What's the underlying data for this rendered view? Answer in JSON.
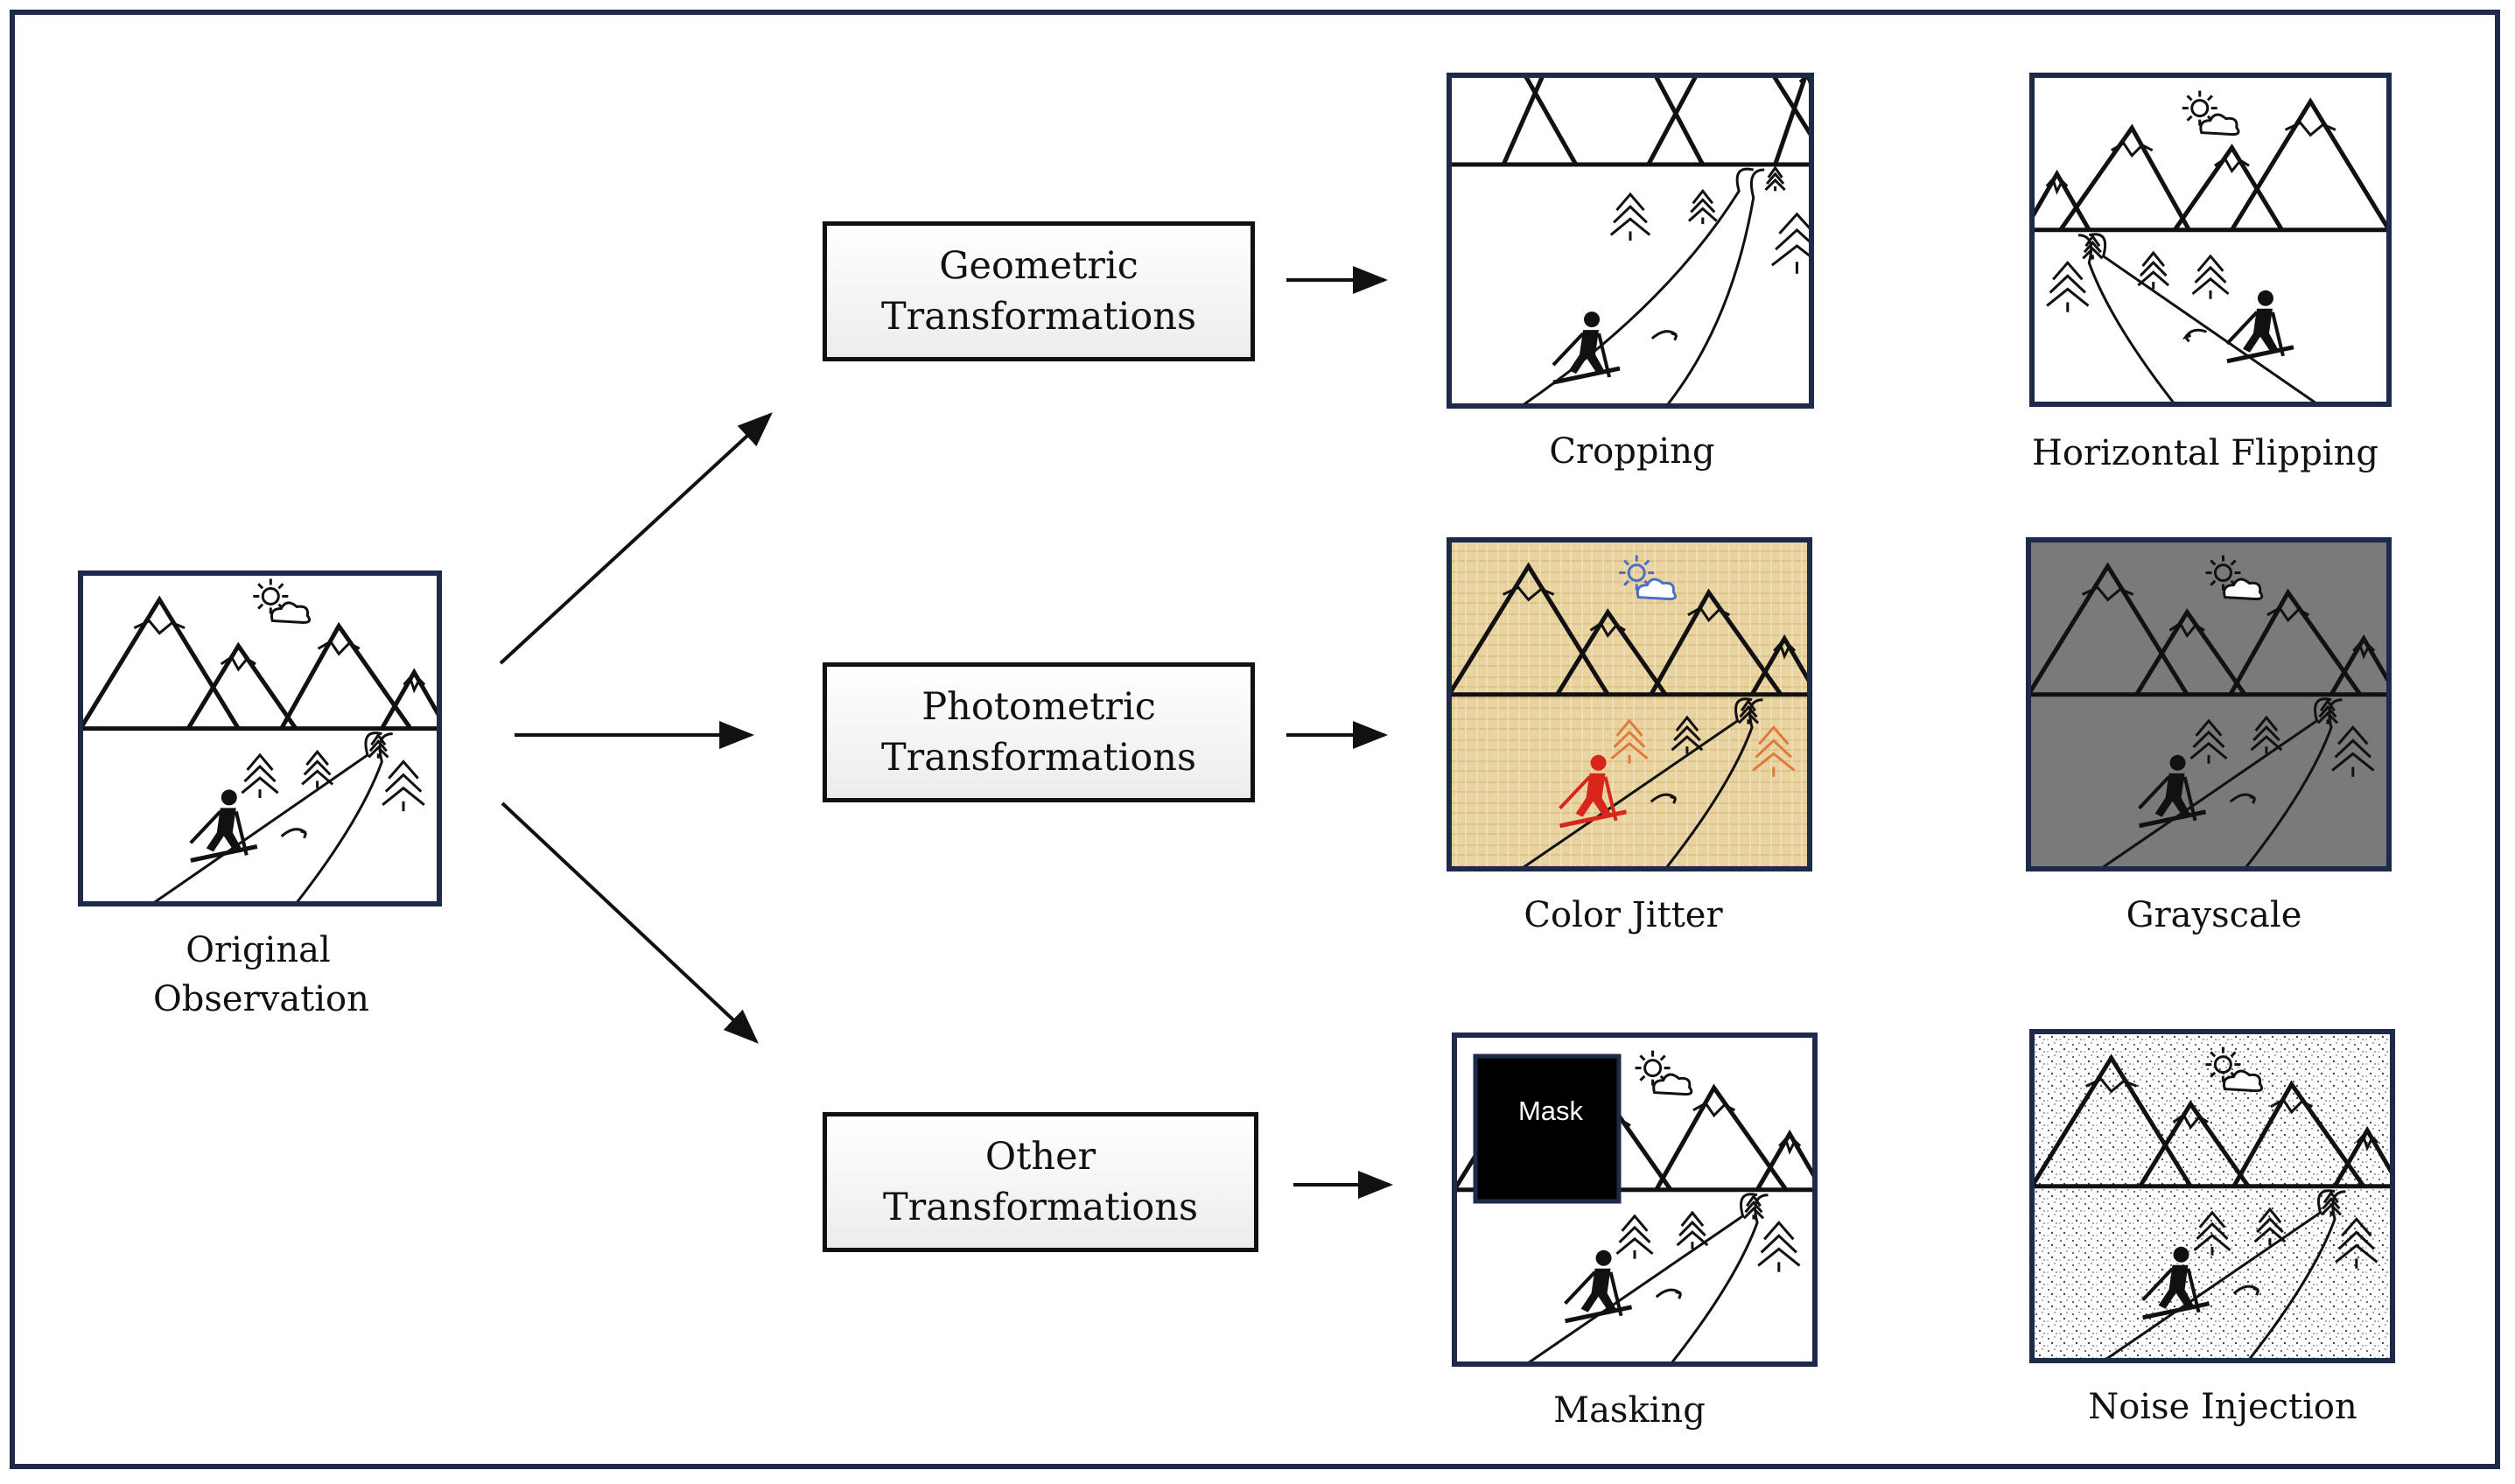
{
  "original": {
    "caption_line1": "Original",
    "caption_line2": "Observation"
  },
  "categories": [
    {
      "line1": "Geometric",
      "line2": "Transformations"
    },
    {
      "line1": "Photometric",
      "line2": "Transformations"
    },
    {
      "line1": "Other",
      "line2": "Transformations"
    }
  ],
  "examples": {
    "cropping": "Cropping",
    "horizontal_flipping": "Horizontal Flipping",
    "color_jitter": "Color Jitter",
    "grayscale": "Grayscale",
    "masking": "Masking",
    "noise_injection": "Noise Injection"
  },
  "mask_label": "Mask",
  "colors": {
    "frame": "#1d2a4b",
    "grayscale_fill": "#7a7a7a",
    "jitter_fill": "#e9d3a0",
    "jitter_skier": "#d9261c",
    "jitter_trees": "#e07a3c",
    "jitter_sun": "#4a6fc4",
    "mask_fill": "#000000"
  }
}
